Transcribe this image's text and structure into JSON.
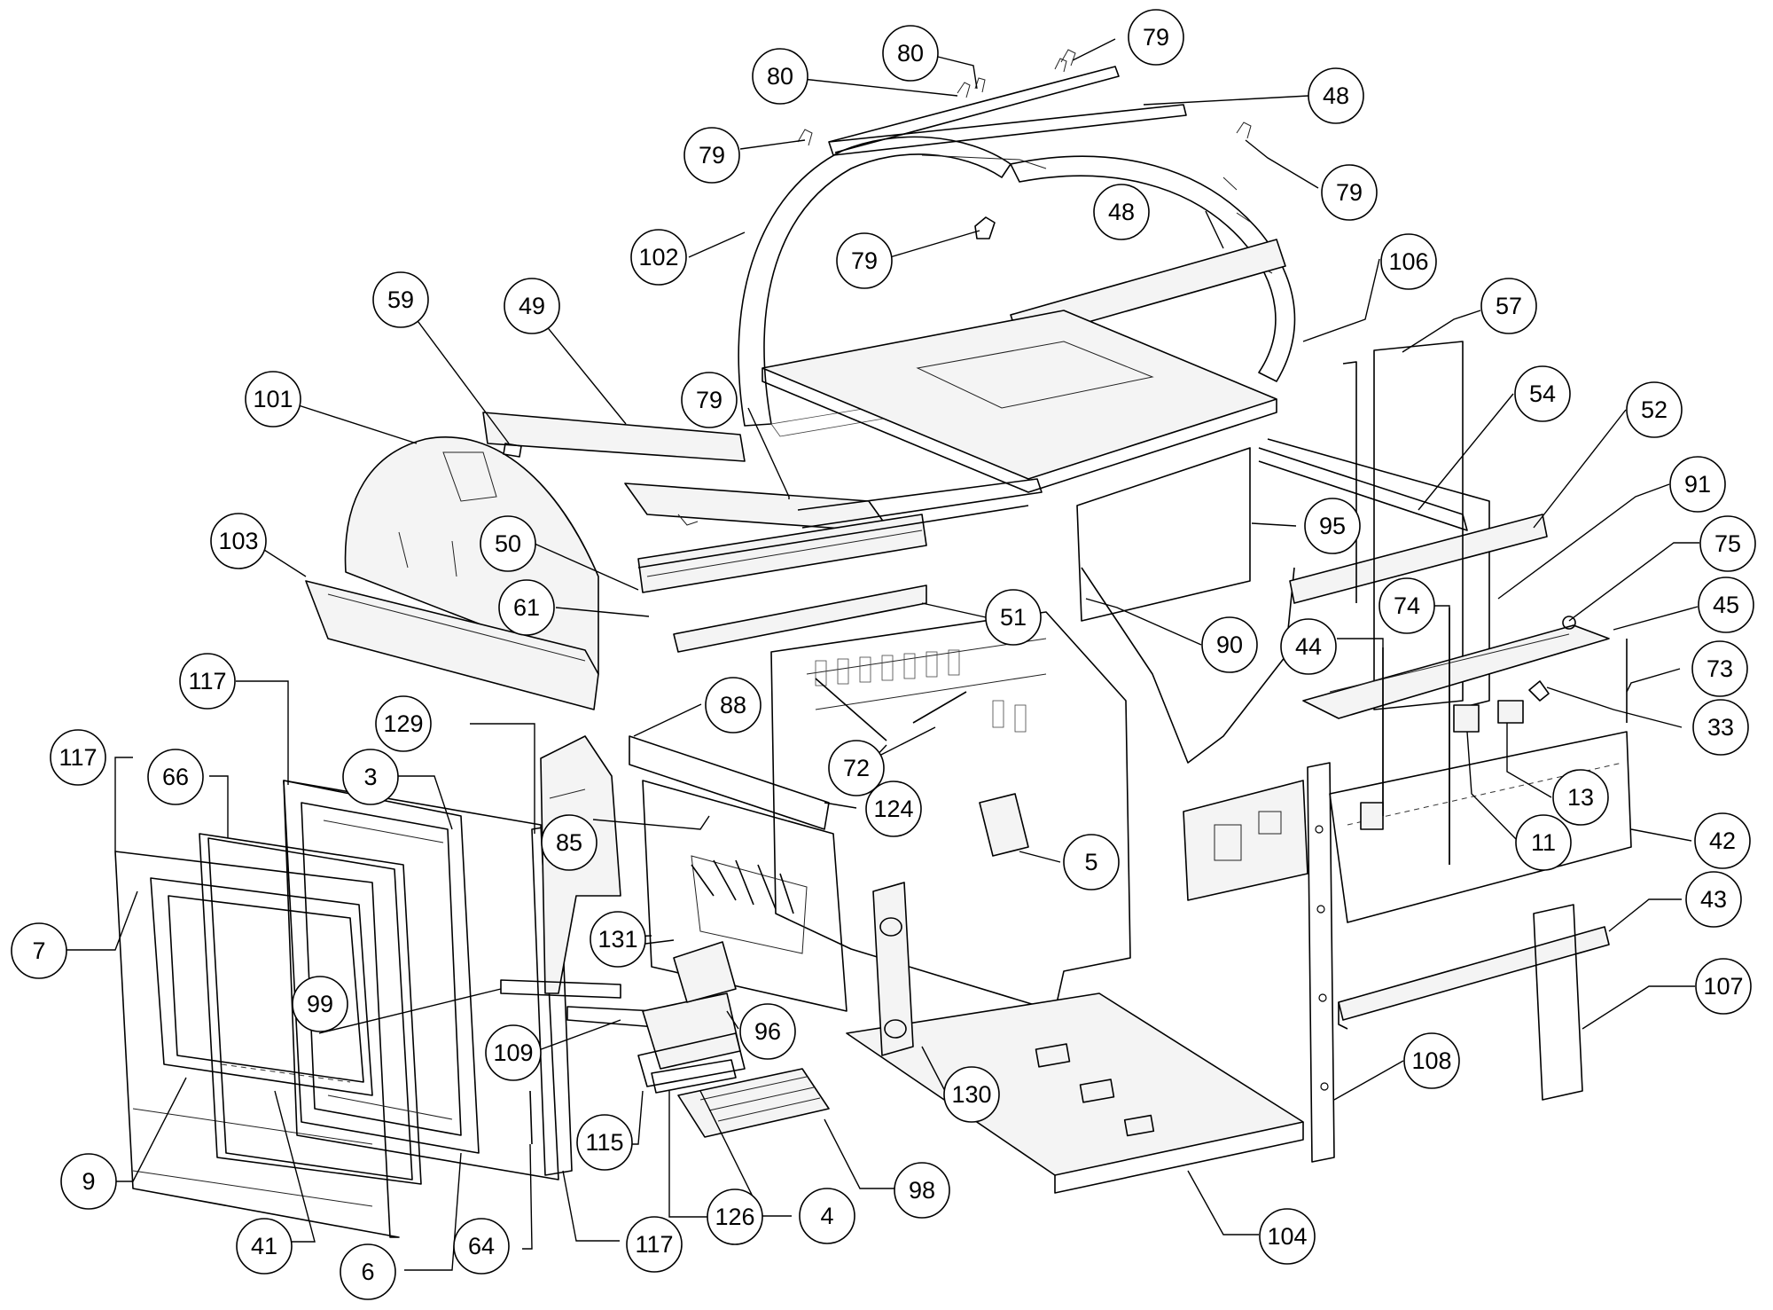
{
  "diagram": {
    "callouts": [
      {
        "label": "80",
        "target_part": "part-80-clip-left"
      },
      {
        "label": "80",
        "target_part": "part-80-clip-right"
      },
      {
        "label": "79",
        "target_part": "part-79-clip-top"
      },
      {
        "label": "48",
        "target_part": "part-48-rail-back"
      },
      {
        "label": "79",
        "target_part": "part-79-clip-left"
      },
      {
        "label": "79",
        "target_part": "part-79-clip-right"
      },
      {
        "label": "48",
        "target_part": "part-48-rail-front"
      },
      {
        "label": "102",
        "target_part": "part-102-arch"
      },
      {
        "label": "79",
        "target_part": "part-79-clip-mid"
      },
      {
        "label": "106",
        "target_part": "part-106-arch-right"
      },
      {
        "label": "57",
        "target_part": "part-57-panel"
      },
      {
        "label": "59",
        "target_part": "part-59-bracket"
      },
      {
        "label": "49",
        "target_part": "part-49-baffle"
      },
      {
        "label": "79",
        "target_part": "part-79-baffle-clip"
      },
      {
        "label": "101",
        "target_part": "part-101-side-arch"
      },
      {
        "label": "54",
        "target_part": "part-54-rail"
      },
      {
        "label": "52",
        "target_part": "part-52-rail"
      },
      {
        "label": "91",
        "target_part": "part-91-side"
      },
      {
        "label": "95",
        "target_part": "part-95-rear"
      },
      {
        "label": "103",
        "target_part": "part-103-deflector"
      },
      {
        "label": "50",
        "target_part": "part-50-channel"
      },
      {
        "label": "75",
        "target_part": "part-75-knob"
      },
      {
        "label": "74",
        "target_part": "part-74-rod"
      },
      {
        "label": "45",
        "target_part": "part-45-tray"
      },
      {
        "label": "61",
        "target_part": "part-61-channel"
      },
      {
        "label": "51",
        "target_part": "part-51-rail"
      },
      {
        "label": "90",
        "target_part": "part-90-duct"
      },
      {
        "label": "44",
        "target_part": "part-44-rod"
      },
      {
        "label": "73",
        "target_part": "part-73-rod"
      },
      {
        "label": "33",
        "target_part": "part-33-sensor"
      },
      {
        "label": "117",
        "target_part": "part-117-gasket-rear"
      },
      {
        "label": "129",
        "target_part": "part-129-side-casting"
      },
      {
        "label": "88",
        "target_part": "part-88-plate"
      },
      {
        "label": "117",
        "target_part": "part-117-gasket-front"
      },
      {
        "label": "66",
        "target_part": "part-66-frame"
      },
      {
        "label": "3",
        "target_part": "part-3-glass"
      },
      {
        "label": "72",
        "target_part": "part-72-rod"
      },
      {
        "label": "13",
        "target_part": "part-13-switch"
      },
      {
        "label": "124",
        "target_part": "part-124-plate"
      },
      {
        "label": "85",
        "target_part": "part-85-grate"
      },
      {
        "label": "11",
        "target_part": "part-11-switch"
      },
      {
        "label": "42",
        "target_part": "part-42-panel"
      },
      {
        "label": "5",
        "target_part": "part-5-firebox"
      },
      {
        "label": "7",
        "target_part": "part-7-door"
      },
      {
        "label": "43",
        "target_part": "part-43-bracket"
      },
      {
        "label": "131",
        "target_part": "part-131-hinge"
      },
      {
        "label": "107",
        "target_part": "part-107-leg"
      },
      {
        "label": "96",
        "target_part": "part-96-auger"
      },
      {
        "label": "99",
        "target_part": "part-99-latch"
      },
      {
        "label": "109",
        "target_part": "part-109-rod"
      },
      {
        "label": "108",
        "target_part": "part-108-post"
      },
      {
        "label": "130",
        "target_part": "part-130-hinge"
      },
      {
        "label": "115",
        "target_part": "part-115-pot"
      },
      {
        "label": "9",
        "target_part": "part-9-door-glass"
      },
      {
        "label": "98",
        "target_part": "part-98-grate"
      },
      {
        "label": "104",
        "target_part": "part-104-base"
      },
      {
        "label": "41",
        "target_part": "part-41-door-glass"
      },
      {
        "label": "6",
        "target_part": "part-6-frame"
      },
      {
        "label": "64",
        "target_part": "part-64-screw"
      },
      {
        "label": "117",
        "target_part": "part-117-gasket-side"
      },
      {
        "label": "126",
        "target_part": "part-126-pot-ring"
      },
      {
        "label": "4",
        "target_part": "part-4-pot-base"
      }
    ]
  }
}
